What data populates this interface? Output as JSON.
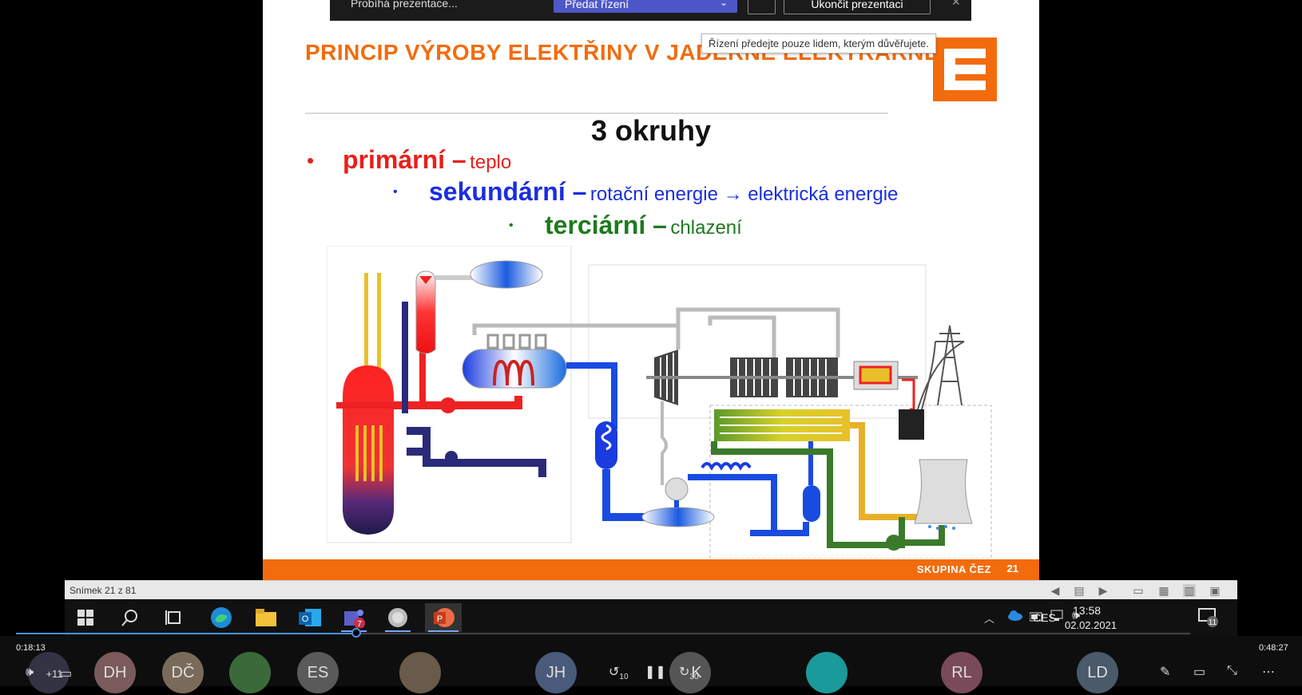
{
  "presenter_toolbar": {
    "status": "Probíhá prezentace...",
    "handover": "Předat řízení",
    "end": "Ukončit prezentaci"
  },
  "tooltip": "Řízení předejte pouze lidem, kterým důvěřujete.",
  "slide": {
    "title": "PRINCIP VÝROBY ELEKTŘINY V JADERNÉ ELEKTRÁRNĚ",
    "heading": "3 okruhy",
    "bullets": [
      {
        "strong": "primární –",
        "text": "teplo",
        "color": "#e8201a"
      },
      {
        "strong": "sekundární –",
        "text": "rotační energie → elektrická energie",
        "color": "#1a2ee0"
      },
      {
        "strong": "terciární –",
        "text": "chlazení",
        "color": "#1d7a1d"
      }
    ],
    "footer": "SKUPINA ČEZ",
    "page_number": "21"
  },
  "ppt_status": {
    "slide_counter": "Snímek 21 z 81"
  },
  "taskbar": {
    "time": "13:58",
    "date": "02.02.2021",
    "language": "CES",
    "notification_count": "11",
    "teams_badge": "7"
  },
  "teams": {
    "elapsed": "0:18:13",
    "remaining": "0:48:27",
    "progress": 0.29,
    "more_participants": "+11",
    "participants": [
      "DH",
      "DČ",
      "ES",
      "JH",
      "K",
      "RL",
      "LD"
    ],
    "skip_back": "10",
    "skip_forward": "30"
  }
}
